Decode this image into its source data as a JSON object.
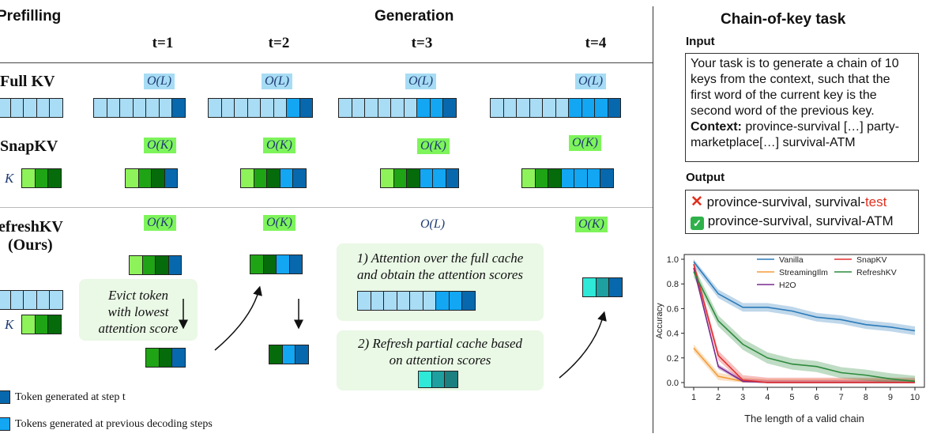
{
  "left": {
    "prefilling_title": "Prefilling",
    "generation_title": "Generation",
    "timesteps": [
      "t=1",
      "t=2",
      "t=3",
      "t=4"
    ],
    "rows": {
      "full_kv": {
        "label": "Full KV",
        "complexity": [
          "O(L)",
          "O(L)",
          "O(L)",
          "O(L)"
        ]
      },
      "snapkv": {
        "label": "SnapKV",
        "k_label": "K",
        "complexity": [
          "O(K)",
          "O(K)",
          "O(K)",
          "O(K)"
        ]
      },
      "refreshkv": {
        "label_line1": "efreshKV",
        "label_line2": "(Ours)",
        "k_label": "K",
        "complexity": [
          "O(K)",
          "O(K)",
          "O(L)",
          "O(K)"
        ]
      }
    },
    "evict_text": [
      "Evict token",
      "with lowest",
      "attention score"
    ],
    "attention_text": [
      "1) Attention over the full cache",
      "and obtain the attention scores"
    ],
    "refresh_text": [
      "2) Refresh partial cache based",
      "on attention scores"
    ],
    "legend": [
      {
        "label": "Token generated at step t",
        "color": "#0868ad"
      },
      {
        "label": "Tokens generated at previous decoding steps",
        "color": "#12a6f3"
      }
    ]
  },
  "right": {
    "title": "Chain-of-key task",
    "input_label": "Input",
    "input_text_1": "Your task is to generate a chain of 10 keys from the context, such that the first word of the current key is the second word of the previous key.",
    "context_label": "Context:",
    "context_text": " province-survival […] party-marketplace[…] survival-ATM",
    "output_label": "Output",
    "output_wrong_prefix": "province-survival, survival-",
    "output_wrong_suffix": "test",
    "output_right": "province-survival, survival-ATM"
  },
  "chart_data": {
    "type": "line",
    "x": [
      1,
      2,
      3,
      4,
      5,
      6,
      7,
      8,
      9,
      10
    ],
    "xlabel": "The length of a valid chain",
    "ylabel": "Accuracy",
    "ylim": [
      0,
      1.0
    ],
    "xlim": [
      1,
      10
    ],
    "yticks": [
      0.0,
      0.2,
      0.4,
      0.6,
      0.8,
      1.0
    ],
    "legend_position": "top-right",
    "series": [
      {
        "name": "Vanilla",
        "color": "#2b7bba",
        "values": [
          0.98,
          0.72,
          0.61,
          0.61,
          0.58,
          0.53,
          0.51,
          0.47,
          0.45,
          0.42
        ],
        "band": 0.035
      },
      {
        "name": "StreamingIlm",
        "color": "#f39c3a",
        "values": [
          0.28,
          0.05,
          0.01,
          0.0,
          0.0,
          0.0,
          0.0,
          0.0,
          0.0,
          0.0
        ],
        "band": 0.03
      },
      {
        "name": "H2O",
        "color": "#7a2a8f",
        "values": [
          0.93,
          0.13,
          0.01,
          0.0,
          0.0,
          0.0,
          0.0,
          0.0,
          0.0,
          0.0
        ],
        "band": 0.02
      },
      {
        "name": "SnapKV",
        "color": "#e33030",
        "values": [
          0.96,
          0.22,
          0.02,
          0.0,
          0.0,
          0.0,
          0.0,
          0.0,
          0.0,
          0.0
        ],
        "band": 0.04
      },
      {
        "name": "RefreshKV",
        "color": "#2c8a3c",
        "values": [
          0.9,
          0.5,
          0.31,
          0.2,
          0.15,
          0.13,
          0.08,
          0.06,
          0.03,
          0.01
        ],
        "band": 0.045
      }
    ]
  }
}
